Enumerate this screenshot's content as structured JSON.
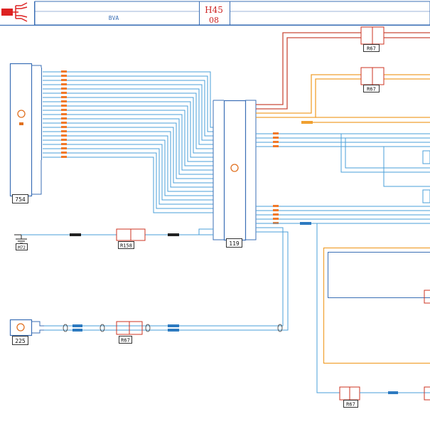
{
  "header": {
    "vehicle_code": "BVA",
    "diagram_id": "H45",
    "sheet": "08"
  },
  "components": {
    "c754": {
      "id": "754"
    },
    "c119": {
      "id": "119"
    },
    "c225": {
      "id": "225"
    },
    "r67_top": {
      "id": "R67"
    },
    "r67_mid": {
      "id": "R67"
    },
    "r67_low": {
      "id": "R67"
    },
    "r67_bottom": {
      "id": "R67"
    },
    "r158": {
      "id": "R158"
    },
    "m72": {
      "id": "M72"
    }
  },
  "colors": {
    "blue_wire": "#4a9fd8",
    "red_wire": "#c94a3a",
    "orange_wire": "#f0a030",
    "frame": "#3b6fb5",
    "header_red": "#cc2222"
  }
}
